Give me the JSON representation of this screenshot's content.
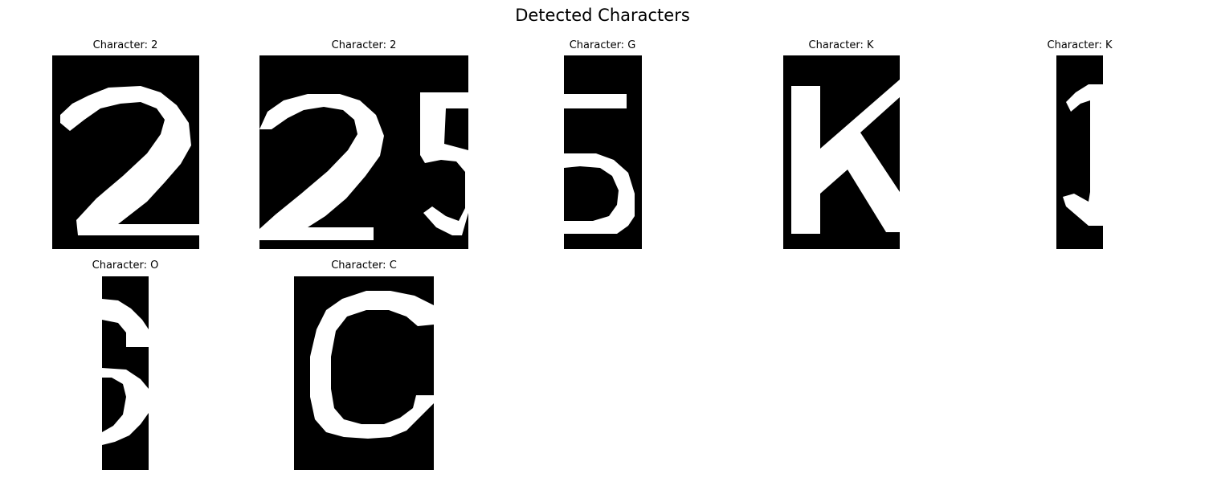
{
  "figure": {
    "title": "Detected Characters"
  },
  "characters": [
    {
      "label": "Character: 2"
    },
    {
      "label": "Character: 2"
    },
    {
      "label": "Character: G"
    },
    {
      "label": "Character: K"
    },
    {
      "label": "Character: K"
    },
    {
      "label": "Character: O"
    },
    {
      "label": "Character: C"
    }
  ],
  "colors": {
    "background": "#000000",
    "foreground": "#ffffff"
  }
}
